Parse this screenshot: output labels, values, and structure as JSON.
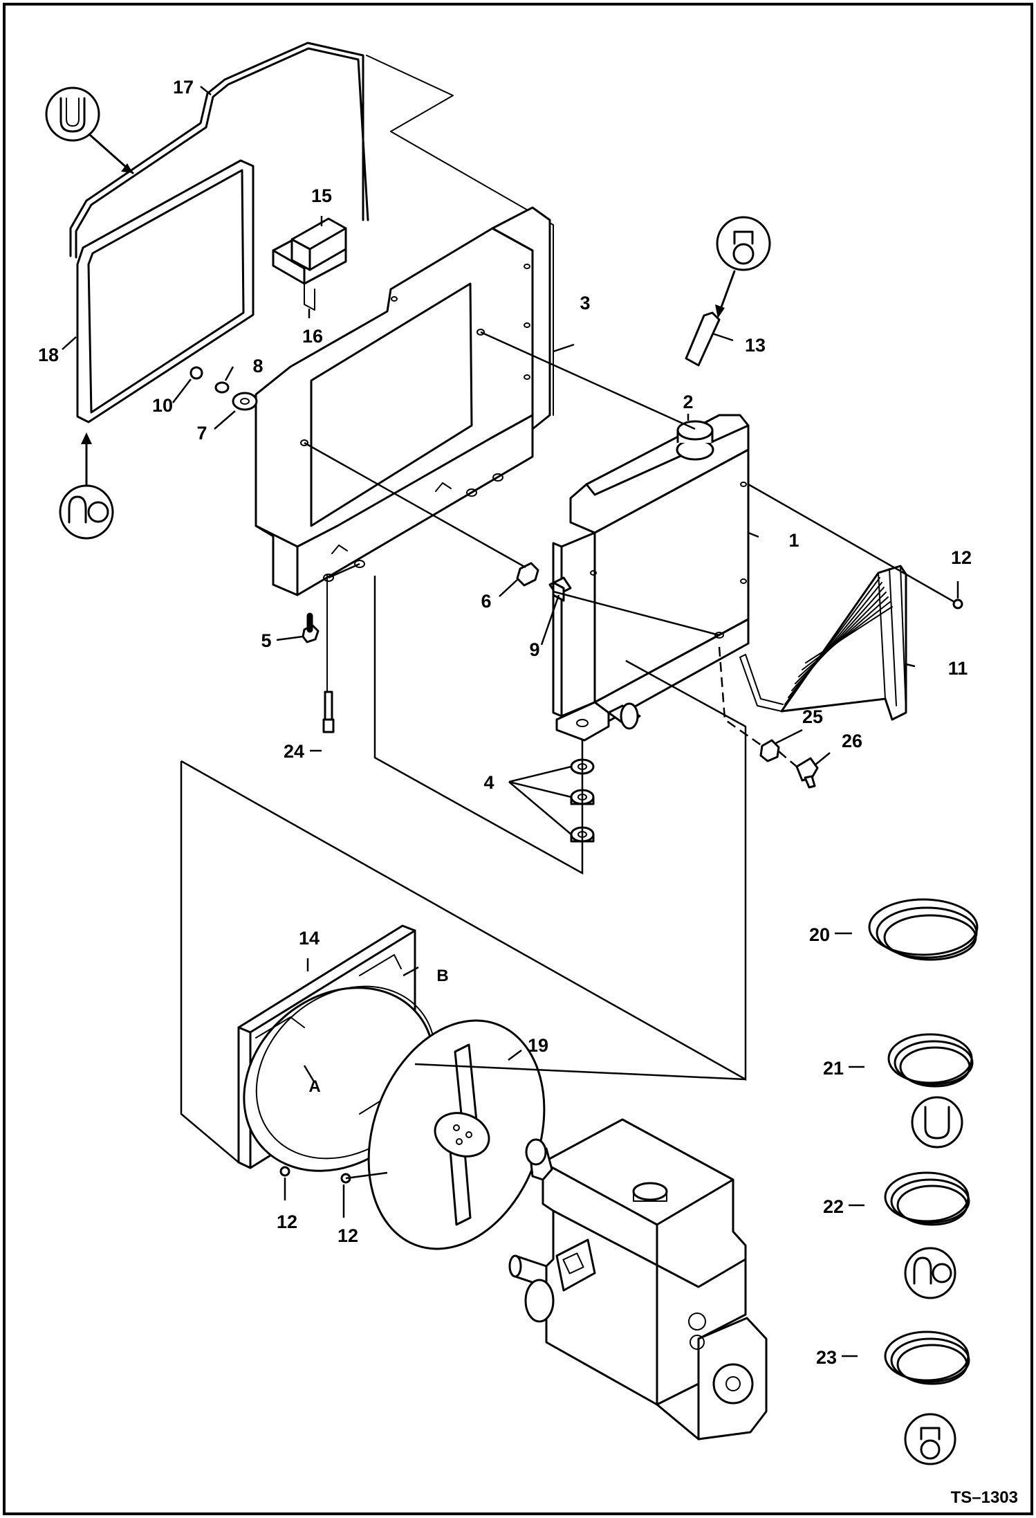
{
  "callouts": [
    {
      "id": "c1",
      "text": "1"
    },
    {
      "id": "c2",
      "text": "2"
    },
    {
      "id": "c3",
      "text": "3"
    },
    {
      "id": "c4",
      "text": "4"
    },
    {
      "id": "c5",
      "text": "5"
    },
    {
      "id": "c6",
      "text": "6"
    },
    {
      "id": "c7",
      "text": "7"
    },
    {
      "id": "c8",
      "text": "8"
    },
    {
      "id": "c9",
      "text": "9"
    },
    {
      "id": "c10",
      "text": "10"
    },
    {
      "id": "c11",
      "text": "11"
    },
    {
      "id": "c12a",
      "text": "12"
    },
    {
      "id": "c12b",
      "text": "12"
    },
    {
      "id": "c12c",
      "text": "12"
    },
    {
      "id": "c13",
      "text": "13"
    },
    {
      "id": "c14",
      "text": "14"
    },
    {
      "id": "c15",
      "text": "15"
    },
    {
      "id": "c16",
      "text": "16"
    },
    {
      "id": "c17",
      "text": "17"
    },
    {
      "id": "c18",
      "text": "18"
    },
    {
      "id": "c19",
      "text": "19"
    },
    {
      "id": "c20",
      "text": "20"
    },
    {
      "id": "c21",
      "text": "21"
    },
    {
      "id": "c22",
      "text": "22"
    },
    {
      "id": "c23",
      "text": "23"
    },
    {
      "id": "c24",
      "text": "24"
    },
    {
      "id": "c25",
      "text": "25"
    },
    {
      "id": "c26",
      "text": "26"
    }
  ],
  "point_labels": {
    "a": "A",
    "b": "B"
  },
  "figure_code": "TS–1303",
  "icons": {
    "u_channel": "u-channel-profile-icon",
    "round_loop": "round-loop-profile-icon",
    "bulb": "bulb-seal-profile-icon"
  },
  "colors": {
    "ink": "#000000",
    "paper": "#ffffff"
  }
}
